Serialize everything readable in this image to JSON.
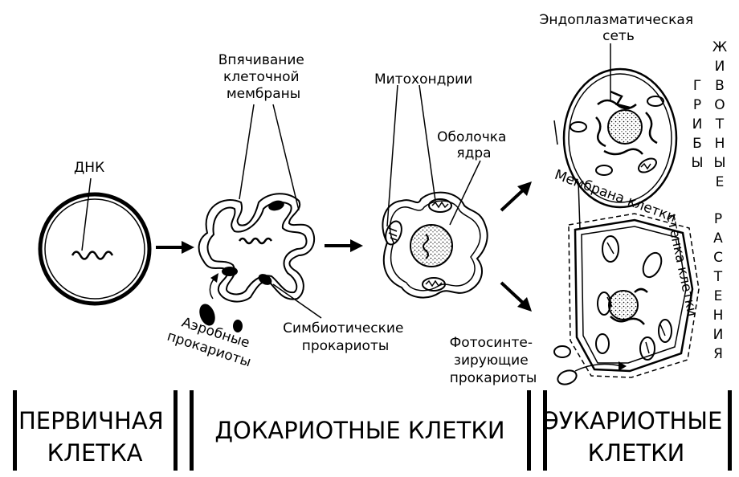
{
  "labels": {
    "dna": "ДНК",
    "invagination": [
      "Впячивание",
      "клеточной",
      "мембраны"
    ],
    "mitochondria": "Митохондрии",
    "nuclear_envelope": [
      "Оболочка",
      "ядра"
    ],
    "er": [
      "Эндоплазматическая",
      "сеть"
    ],
    "cell_membrane": "Мембрана клетки",
    "cell_wall": "стенка клетки",
    "aerobic": [
      "Аэробные",
      "прокариоты"
    ],
    "symbiotic": [
      "Симбиотические",
      "прокариоты"
    ],
    "photosynthetic": [
      "Фотосинте-",
      "зирующие",
      "прокариоты"
    ]
  },
  "kingdoms": {
    "animals": [
      "Ж",
      "И",
      "В",
      "О",
      "Т",
      "Н",
      "Ы",
      "Е"
    ],
    "fungi": [
      "Г",
      "Р",
      "И",
      "Б",
      "Ы"
    ],
    "plants": [
      "Р",
      "А",
      "С",
      "Т",
      "Е",
      "Н",
      "И",
      "Я"
    ]
  },
  "stages": {
    "primary": [
      "ПЕРВИЧНАЯ",
      "КЛЕТКА"
    ],
    "prokaryotic": "ДОКАРИОТНЫЕ КЛЕТКИ",
    "eukaryotic": [
      "ЭУКАРИОТНЫЕ",
      "КЛЕТКИ"
    ]
  },
  "colors": {
    "ink": "#000000",
    "paper": "#ffffff"
  }
}
